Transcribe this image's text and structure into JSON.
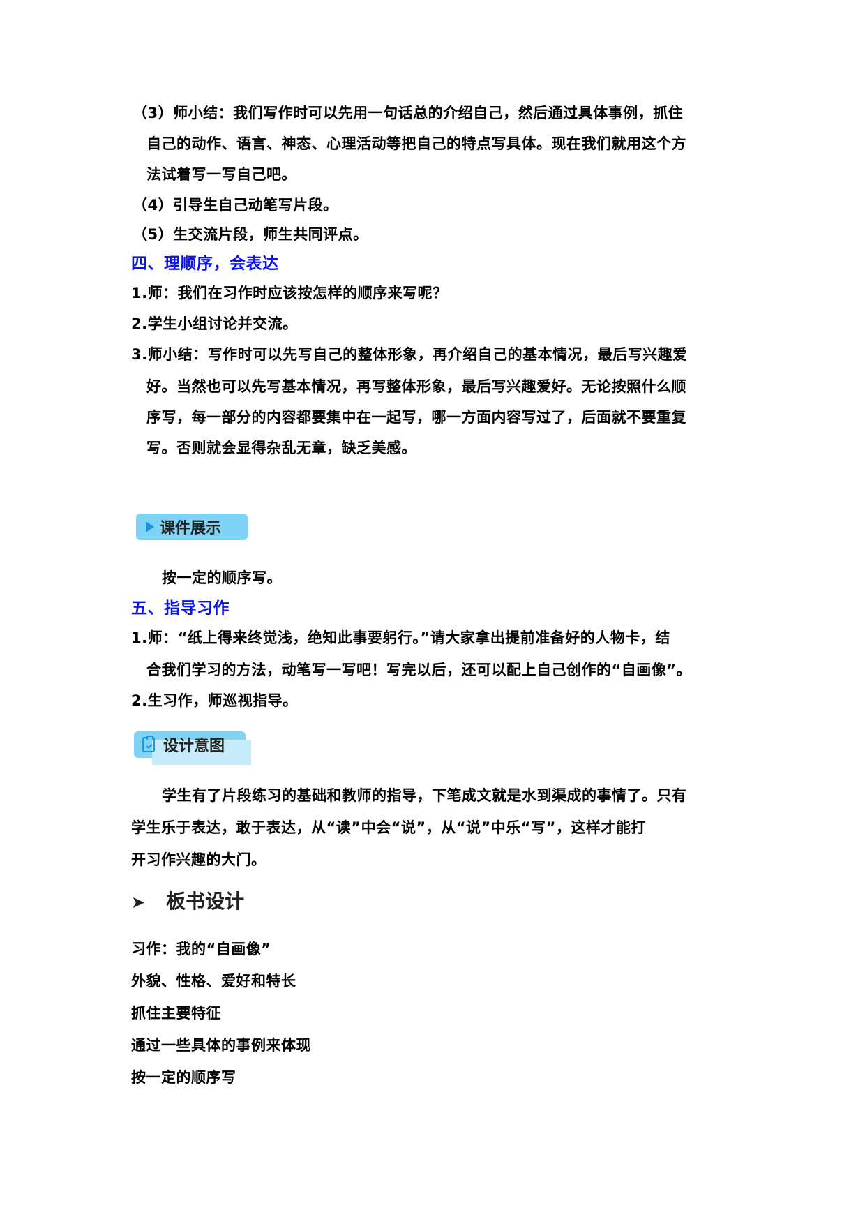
{
  "section3_items": [
    {
      "line1": "（3）师小结：我们写作时可以先用一句话总的介绍自己，然后通过具体事例，抓住",
      "line2": "自己的动作、语言、神态、心理活动等把自己的特点写具体。现在我们就用这个方",
      "line3": "法试着写一写自己吧。"
    },
    {
      "line1": "（4）引导生自己动笔写片段。"
    },
    {
      "line1": "（5）生交流片段，师生共同评点。"
    }
  ],
  "section4": {
    "heading": "四、理顺序，会表达",
    "items": [
      "1.师：我们在习作时应该按怎样的顺序来写呢？",
      "2.学生小组讨论并交流。",
      "3.师小结：写作时可以先写自己的整体形象，再介绍自己的基本情况，最后写兴趣爱",
      "好。当然也可以先写基本情况，再写整体形象，最后写兴趣爱好。无论按照什么顺",
      "序写，每一部分的内容都要集中在一起写，哪一方面内容写过了，后面就不要重复",
      "写。否则就会显得杂乱无章，缺乏美感。"
    ],
    "badge_label": "课件展示",
    "badge_icon": "play-triangle-icon",
    "courseware_text": "按一定的顺序写。"
  },
  "section5": {
    "heading": "五、指导习作",
    "items": [
      "1.师：“纸上得来终觉浅，绝知此事要躬行。”请大家拿出提前准备好的人物卡，结",
      "合我们学习的方法，动笔写一写吧！写完以后，还可以配上自己创作的“自画像”。",
      "2.生习作，师巡视指导。"
    ],
    "badge_label": "设计意图",
    "badge_icon": "clipboard-check-icon",
    "intent": [
      "学生有了片段练习的基础和教师的指导，下笔成文就是水到渠成的事情了。只有",
      "学生乐于表达，敢于表达，从“读”中会“说”，从“说”中乐“写”，这样才能打",
      "开习作兴趣的大门。"
    ]
  },
  "board": {
    "icon": "chevron-right-icon",
    "title": "板书设计",
    "lines": [
      "习作：我的“自画像”",
      "外貌、性格、爱好和特长",
      "抓住主要特征",
      "通过一些具体的事例来体现",
      "按一定的顺序写"
    ]
  },
  "colors": {
    "heading_blue": "#0a14f0",
    "badge_bg": "#7fd3f5",
    "badge_icon": "#1a96e6"
  }
}
